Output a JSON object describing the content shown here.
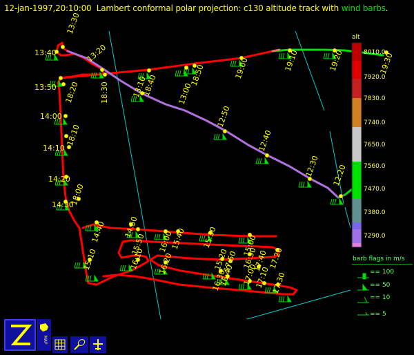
{
  "title": {
    "time": "12-jan-1997,20:10:00",
    "desc": "Lambert conformal polar projection:  c130 altitude track with ",
    "wind_barbs": "wind barbs",
    "dot": "."
  },
  "colorbar": {
    "field": "alt",
    "levels": [
      "8010.0",
      "7920.0",
      "7830.0",
      "7740.0",
      "7650.0",
      "7560.0",
      "7470.0",
      "7380.0",
      "7290.0"
    ],
    "colors": [
      "#c00000",
      "#dd2200",
      "#b02020",
      "#c89020",
      "#c0c0c0",
      "#00dd00",
      "#509090",
      "#7060e0",
      "#e070e0"
    ]
  },
  "barb_legend": {
    "title": "barb flags in m/s",
    "items": [
      "== 100",
      "== 50",
      "== 10",
      "== 5"
    ]
  },
  "track_colors": {
    "red": "#ff0000",
    "violet": "#c080e0",
    "green": "#00dd00",
    "teal": "#4f8f8f"
  },
  "time_labels": [
    {
      "t": "13:30"
    },
    {
      "t": "13:40"
    },
    {
      "t": "13:20"
    },
    {
      "t": "13:50"
    },
    {
      "t": "18:20"
    },
    {
      "t": "18:30"
    },
    {
      "t": "13:10"
    },
    {
      "t": "18:40"
    },
    {
      "t": "13:00"
    },
    {
      "t": "18:50"
    },
    {
      "t": "19:00"
    },
    {
      "t": "19:10"
    },
    {
      "t": "19:20"
    },
    {
      "t": "19:30"
    },
    {
      "t": "14:00"
    },
    {
      "t": "18:10"
    },
    {
      "t": "12:50"
    },
    {
      "t": "14:10"
    },
    {
      "t": "12:40"
    },
    {
      "t": "14:20"
    },
    {
      "t": "12:30"
    },
    {
      "t": "12:20"
    },
    {
      "t": "14:30"
    },
    {
      "t": "18:00"
    },
    {
      "t": "14:40"
    },
    {
      "t": "15:50"
    },
    {
      "t": "16:00"
    },
    {
      "t": "15:40"
    },
    {
      "t": "15:30"
    },
    {
      "t": "15:00"
    },
    {
      "t": "15:10"
    },
    {
      "t": "15:20"
    },
    {
      "t": "17:50"
    },
    {
      "t": "17:40"
    },
    {
      "t": "16:10"
    },
    {
      "t": "16:20"
    },
    {
      "t": "16:30"
    },
    {
      "t": "16:40"
    },
    {
      "t": "17:00"
    },
    {
      "t": "17:10"
    },
    {
      "t": "17:20"
    },
    {
      "t": "17:30"
    },
    {
      "t": "16:50"
    },
    {
      "t": "14:50"
    }
  ],
  "toolbar": [
    "z-logo",
    "map",
    "grid",
    "racket",
    "aircraft"
  ],
  "toolbar_map_label": "MAP"
}
